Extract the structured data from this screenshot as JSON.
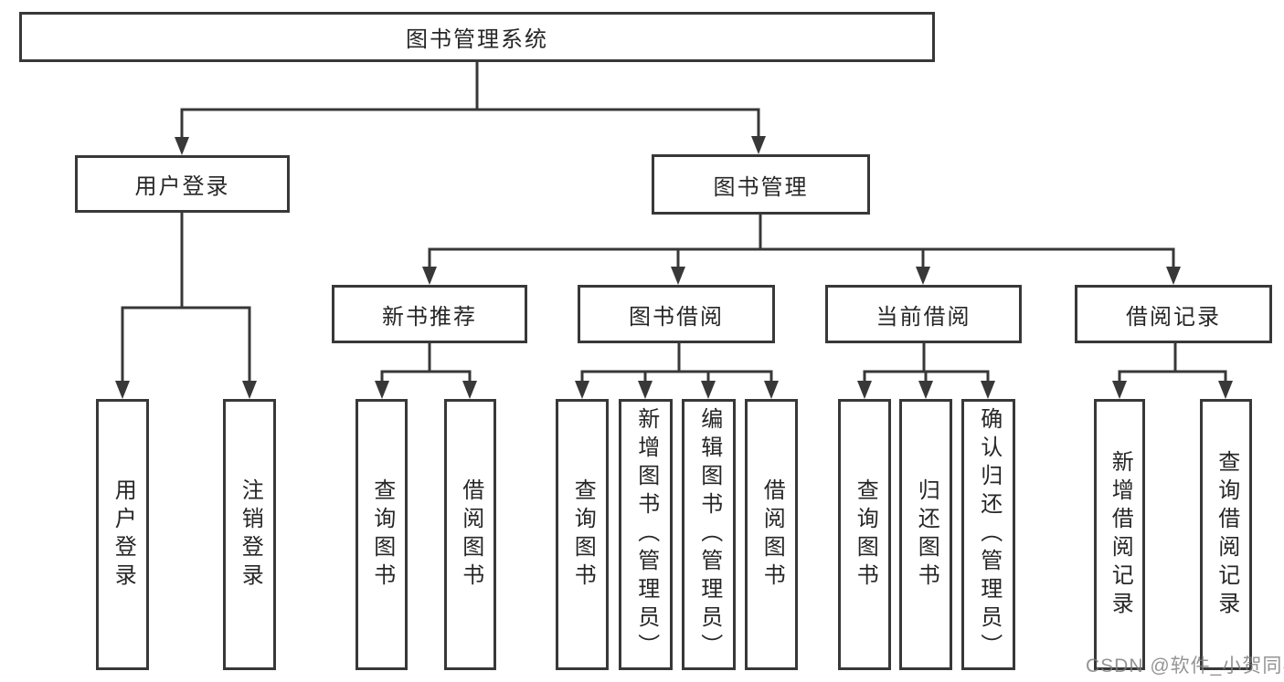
{
  "diagram": {
    "watermark": "CSDN @软件_小贺同学",
    "colors": {
      "line": "#383838",
      "text": "#262626",
      "background": "#ffffff",
      "watermark": "#9e9e9e"
    },
    "tree": {
      "root": {
        "label": "图书管理系统"
      },
      "level2": [
        {
          "label": "用户登录"
        },
        {
          "label": "图书管理"
        }
      ],
      "level3": [
        {
          "label": "新书推荐"
        },
        {
          "label": "图书借阅"
        },
        {
          "label": "当前借阅"
        },
        {
          "label": "借阅记录"
        }
      ],
      "leaves": {
        "user_login": [
          "用户登录",
          "注销登录"
        ],
        "new_book_recommend": [
          "查询图书",
          "借阅图书"
        ],
        "book_borrow": [
          "查询图书",
          "新增图书（管理员）",
          "编辑图书（管理员）",
          "借阅图书"
        ],
        "current_borrow": [
          "查询图书",
          "归还图书",
          "确认归还（管理员）"
        ],
        "borrow_records": [
          "新增借阅记录",
          "查询借阅记录"
        ]
      }
    }
  }
}
